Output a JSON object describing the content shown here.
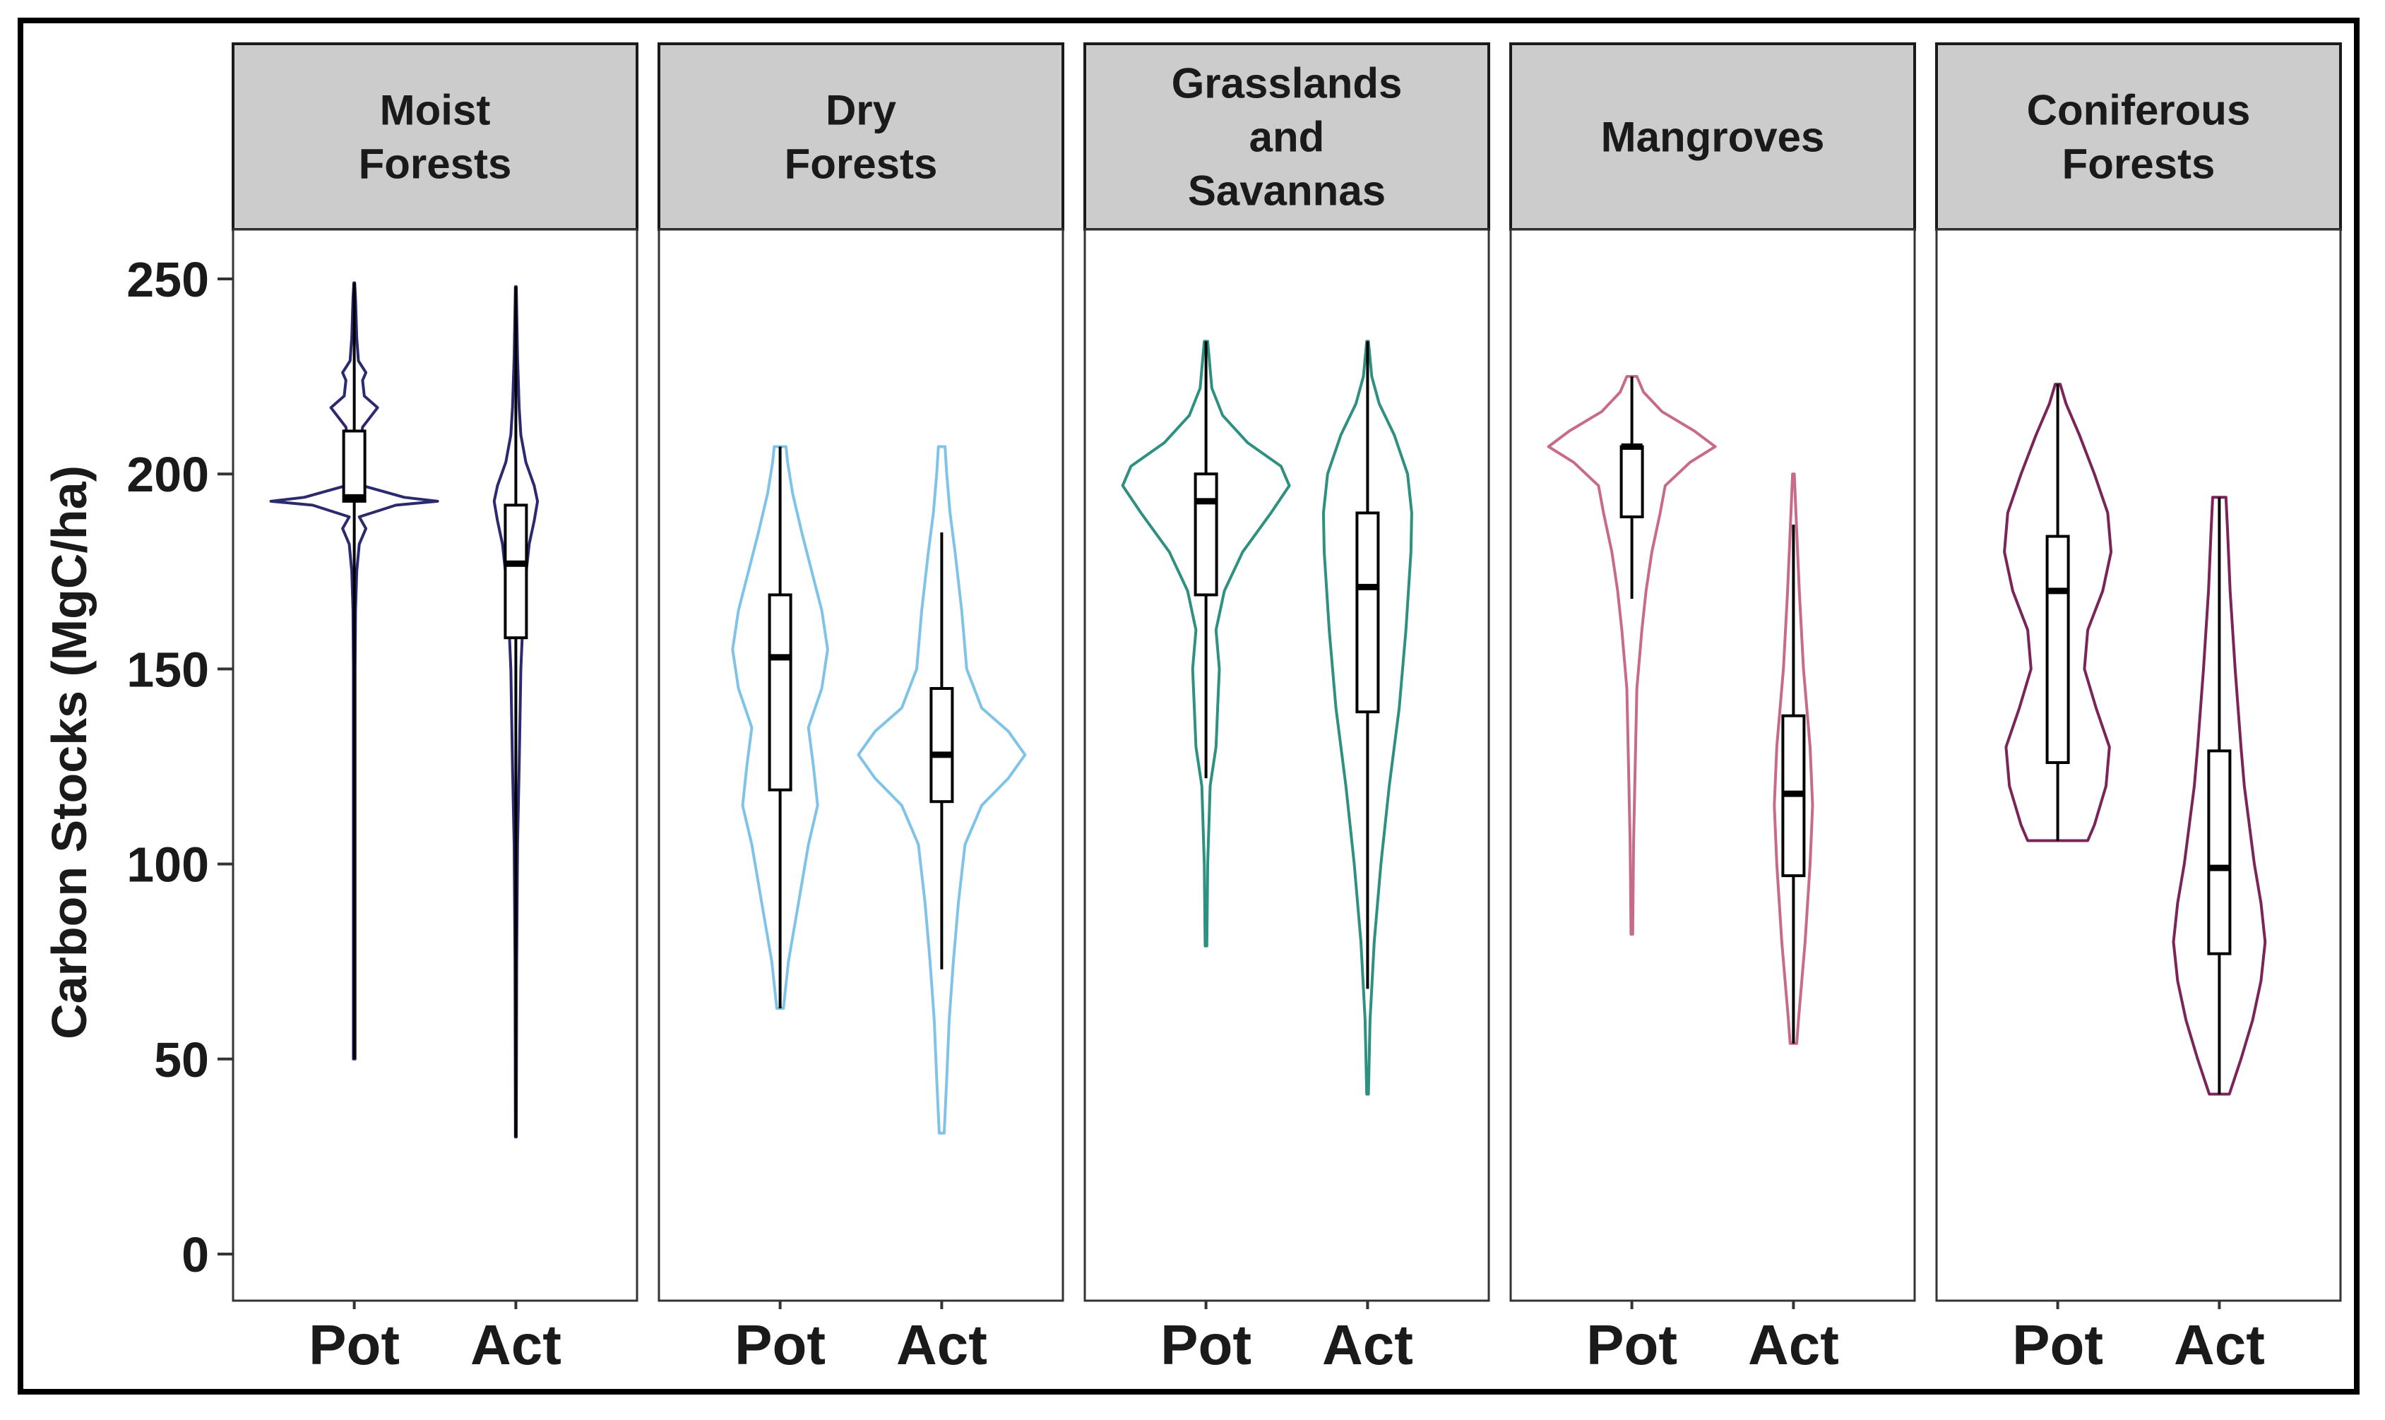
{
  "chart_data": {
    "type": "violin",
    "ylabel": "Carbon Stocks (MgC/ha)",
    "ylim": [
      0,
      250
    ],
    "yticks": [
      0,
      50,
      100,
      150,
      200,
      250
    ],
    "grid": false,
    "panels": [
      {
        "strip": [
          "Moist",
          "Forests"
        ],
        "color": "#2b2a6e",
        "groups": [
          {
            "label": "Pot",
            "min": 50,
            "q1": 193,
            "median": 194,
            "q3": 211,
            "max": 249,
            "density": [
              [
                50,
                0.01
              ],
              [
                150,
                0.01
              ],
              [
                165,
                0.015
              ],
              [
                175,
                0.03
              ],
              [
                182,
                0.06
              ],
              [
                186,
                0.14
              ],
              [
                189,
                0.06
              ],
              [
                192,
                0.5
              ],
              [
                193,
                1.0
              ],
              [
                194,
                0.6
              ],
              [
                197,
                0.1
              ],
              [
                200,
                0.07
              ],
              [
                207,
                0.07
              ],
              [
                212,
                0.1
              ],
              [
                217,
                0.28
              ],
              [
                220,
                0.12
              ],
              [
                224,
                0.1
              ],
              [
                226,
                0.14
              ],
              [
                229,
                0.05
              ],
              [
                235,
                0.03
              ],
              [
                245,
                0.015
              ],
              [
                249,
                0.005
              ]
            ]
          },
          {
            "label": "Act",
            "min": 30,
            "q1": 158,
            "median": 177,
            "q3": 192,
            "max": 248,
            "density": [
              [
                30,
                0.005
              ],
              [
                75,
                0.01
              ],
              [
                105,
                0.02
              ],
              [
                125,
                0.04
              ],
              [
                150,
                0.06
              ],
              [
                170,
                0.1
              ],
              [
                182,
                0.16
              ],
              [
                188,
                0.22
              ],
              [
                193,
                0.26
              ],
              [
                197,
                0.22
              ],
              [
                203,
                0.12
              ],
              [
                210,
                0.06
              ],
              [
                217,
                0.04
              ],
              [
                230,
                0.02
              ],
              [
                248,
                0.005
              ]
            ]
          }
        ]
      },
      {
        "strip": [
          "Dry",
          "Forests"
        ],
        "color": "#7fc4e8",
        "groups": [
          {
            "label": "Pot",
            "min": 63,
            "q1": 119,
            "median": 153,
            "q3": 169,
            "max": 207,
            "density": [
              [
                63,
                0.04
              ],
              [
                75,
                0.1
              ],
              [
                90,
                0.22
              ],
              [
                105,
                0.34
              ],
              [
                115,
                0.45
              ],
              [
                125,
                0.4
              ],
              [
                135,
                0.34
              ],
              [
                145,
                0.5
              ],
              [
                155,
                0.57
              ],
              [
                165,
                0.5
              ],
              [
                175,
                0.38
              ],
              [
                185,
                0.26
              ],
              [
                195,
                0.15
              ],
              [
                203,
                0.09
              ],
              [
                207,
                0.07
              ]
            ]
          },
          {
            "label": "Act",
            "min": 73,
            "q1": 116,
            "median": 128,
            "q3": 145,
            "max": 185,
            "density": [
              [
                31,
                0.03
              ],
              [
                45,
                0.06
              ],
              [
                60,
                0.09
              ],
              [
                75,
                0.14
              ],
              [
                90,
                0.2
              ],
              [
                105,
                0.28
              ],
              [
                115,
                0.48
              ],
              [
                122,
                0.8
              ],
              [
                128,
                1.0
              ],
              [
                134,
                0.8
              ],
              [
                140,
                0.48
              ],
              [
                150,
                0.3
              ],
              [
                165,
                0.24
              ],
              [
                180,
                0.16
              ],
              [
                190,
                0.1
              ],
              [
                200,
                0.06
              ],
              [
                207,
                0.04
              ]
            ]
          }
        ]
      },
      {
        "strip": [
          "Grasslands",
          "and",
          "Savannas"
        ],
        "color": "#2e9080",
        "groups": [
          {
            "label": "Pot",
            "min": 122,
            "q1": 169,
            "median": 193,
            "q3": 200,
            "max": 234,
            "density": [
              [
                79,
                0.01
              ],
              [
                100,
                0.02
              ],
              [
                120,
                0.05
              ],
              [
                130,
                0.12
              ],
              [
                140,
                0.14
              ],
              [
                150,
                0.16
              ],
              [
                160,
                0.12
              ],
              [
                170,
                0.22
              ],
              [
                180,
                0.44
              ],
              [
                190,
                0.78
              ],
              [
                197,
                1.0
              ],
              [
                202,
                0.9
              ],
              [
                208,
                0.5
              ],
              [
                215,
                0.2
              ],
              [
                222,
                0.07
              ],
              [
                234,
                0.02
              ]
            ]
          },
          {
            "label": "Act",
            "min": 68,
            "q1": 139,
            "median": 171,
            "q3": 190,
            "max": 234,
            "density": [
              [
                41,
                0.01
              ],
              [
                60,
                0.03
              ],
              [
                80,
                0.08
              ],
              [
                100,
                0.16
              ],
              [
                120,
                0.26
              ],
              [
                140,
                0.38
              ],
              [
                160,
                0.46
              ],
              [
                180,
                0.52
              ],
              [
                190,
                0.53
              ],
              [
                200,
                0.48
              ],
              [
                210,
                0.32
              ],
              [
                218,
                0.14
              ],
              [
                225,
                0.05
              ],
              [
                234,
                0.01
              ]
            ]
          }
        ]
      },
      {
        "strip": [
          "Mangroves"
        ],
        "color": "#c86a8a",
        "groups": [
          {
            "label": "Pot",
            "min": 168,
            "q1": 189,
            "median": 207,
            "q3": 207,
            "max": 225,
            "density": [
              [
                82,
                0.01
              ],
              [
                105,
                0.02
              ],
              [
                125,
                0.04
              ],
              [
                145,
                0.06
              ],
              [
                160,
                0.12
              ],
              [
                170,
                0.17
              ],
              [
                180,
                0.24
              ],
              [
                190,
                0.34
              ],
              [
                197,
                0.4
              ],
              [
                203,
                0.7
              ],
              [
                207,
                1.0
              ],
              [
                211,
                0.75
              ],
              [
                216,
                0.36
              ],
              [
                221,
                0.14
              ],
              [
                225,
                0.06
              ]
            ]
          },
          {
            "label": "Act",
            "min": 54,
            "q1": 97,
            "median": 118,
            "q3": 138,
            "max": 187,
            "density": [
              [
                54,
                0.04
              ],
              [
                60,
                0.06
              ],
              [
                80,
                0.14
              ],
              [
                100,
                0.2
              ],
              [
                115,
                0.23
              ],
              [
                130,
                0.2
              ],
              [
                150,
                0.12
              ],
              [
                170,
                0.07
              ],
              [
                185,
                0.04
              ],
              [
                200,
                0.01
              ]
            ]
          }
        ]
      },
      {
        "strip": [
          "Coniferous",
          "Forests"
        ],
        "color": "#7a2458",
        "groups": [
          {
            "label": "Pot",
            "min": 106,
            "q1": 126,
            "median": 170,
            "q3": 184,
            "max": 223,
            "density": [
              [
                106,
                0.36
              ],
              [
                110,
                0.44
              ],
              [
                120,
                0.58
              ],
              [
                130,
                0.62
              ],
              [
                140,
                0.46
              ],
              [
                150,
                0.32
              ],
              [
                160,
                0.36
              ],
              [
                170,
                0.54
              ],
              [
                180,
                0.64
              ],
              [
                190,
                0.6
              ],
              [
                200,
                0.44
              ],
              [
                210,
                0.26
              ],
              [
                218,
                0.1
              ],
              [
                223,
                0.03
              ]
            ]
          },
          {
            "label": "Act",
            "min": 41,
            "q1": 77,
            "median": 99,
            "q3": 129,
            "max": 194,
            "density": [
              [
                41,
                0.12
              ],
              [
                50,
                0.26
              ],
              [
                60,
                0.4
              ],
              [
                70,
                0.5
              ],
              [
                80,
                0.55
              ],
              [
                90,
                0.5
              ],
              [
                100,
                0.42
              ],
              [
                110,
                0.36
              ],
              [
                120,
                0.3
              ],
              [
                130,
                0.26
              ],
              [
                150,
                0.19
              ],
              [
                170,
                0.13
              ],
              [
                185,
                0.1
              ],
              [
                194,
                0.08
              ]
            ]
          }
        ]
      }
    ]
  }
}
